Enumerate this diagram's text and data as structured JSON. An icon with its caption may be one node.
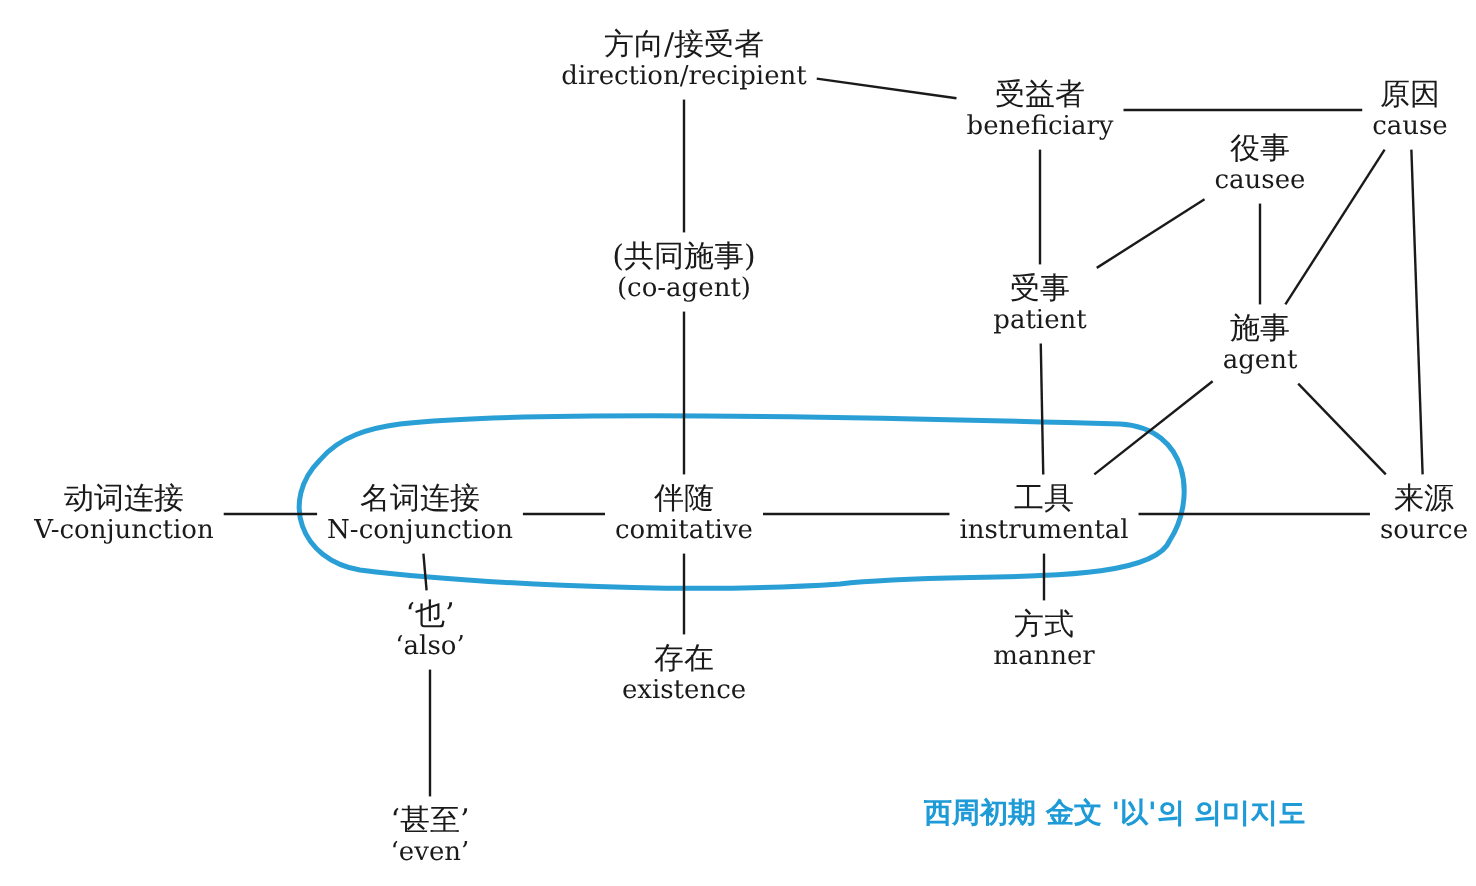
{
  "diagram": {
    "nodes": [
      {
        "text": [
          "方向/接受者",
          "direction/recipient"
        ]
      },
      {
        "text": [
          "受益者",
          "beneficiary"
        ]
      },
      {
        "text": [
          "原因",
          "cause"
        ]
      },
      {
        "text": [
          "役事",
          "causee"
        ]
      },
      {
        "text": [
          "(共同施事)",
          "(co-agent)"
        ]
      },
      {
        "text": [
          "受事",
          "patient"
        ]
      },
      {
        "text": [
          "施事",
          "agent"
        ]
      },
      {
        "text": [
          "动词连接",
          "V-conjunction"
        ]
      },
      {
        "text": [
          "名词连接",
          "N-conjunction"
        ]
      },
      {
        "text": [
          "伴随",
          "comitative"
        ]
      },
      {
        "text": [
          "工具",
          "instrumental"
        ]
      },
      {
        "text": [
          "来源",
          "source"
        ]
      },
      {
        "text": [
          "‘也’",
          "‘also’"
        ]
      },
      {
        "text": [
          "存在",
          "existence"
        ]
      },
      {
        "text": [
          "方式",
          "manner"
        ]
      },
      {
        "text": [
          "‘甚至’",
          "‘even’"
        ]
      }
    ],
    "edges": [
      {
        "from": 0,
        "to": 1,
        "arrow": "none"
      },
      {
        "from": 1,
        "to": 2,
        "arrow": "none"
      },
      {
        "from": 0,
        "to": 4,
        "arrow": "none"
      },
      {
        "from": 4,
        "to": 9,
        "arrow": "none"
      },
      {
        "from": 1,
        "to": 5,
        "arrow": "none"
      },
      {
        "from": 5,
        "to": 3,
        "arrow": "none"
      },
      {
        "from": 3,
        "to": 6,
        "arrow": "none"
      },
      {
        "from": 6,
        "to": 2,
        "arrow": "none"
      },
      {
        "from": 2,
        "to": 11,
        "arrow": "none"
      },
      {
        "from": 6,
        "to": 11,
        "arrow": "none"
      },
      {
        "from": 7,
        "to": 8,
        "arrow": "none"
      },
      {
        "from": 8,
        "to": 9,
        "arrow": "none"
      },
      {
        "from": 9,
        "to": 10,
        "arrow": "none"
      },
      {
        "from": 5,
        "to": 10,
        "arrow": "none"
      },
      {
        "from": 6,
        "to": 10,
        "arrow": "none"
      },
      {
        "from": 10,
        "to": 11,
        "arrow": "none"
      },
      {
        "from": 8,
        "to": 12,
        "arrow": "none"
      },
      {
        "from": 12,
        "to": 15,
        "arrow": "none"
      },
      {
        "from": 9,
        "to": 13,
        "arrow": "none"
      },
      {
        "from": 10,
        "to": 14,
        "arrow": "none"
      }
    ],
    "labels": [
      "西周初期 金文 '以'의 의미지도"
    ]
  }
}
